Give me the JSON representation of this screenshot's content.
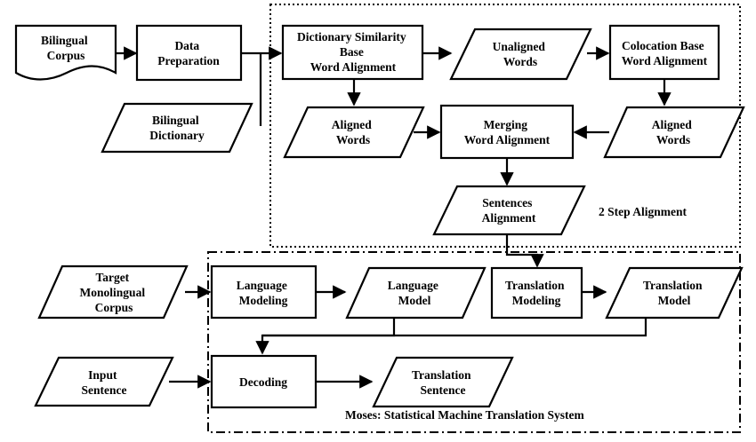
{
  "nodes": {
    "bilingual_corpus": [
      "Bilingual",
      "Corpus"
    ],
    "data_preparation": [
      "Data",
      "Preparation"
    ],
    "bilingual_dictionary": [
      "Bilingual",
      "Dictionary"
    ],
    "dict_sim_alignment": [
      "Dictionary Similarity",
      "Base",
      "Word Alignment"
    ],
    "unaligned_words": [
      "Unaligned",
      "Words"
    ],
    "colocation_alignment": [
      "Colocation Base",
      "Word Alignment"
    ],
    "aligned_words_left": [
      "Aligned",
      "Words"
    ],
    "merging_alignment": [
      "Merging",
      "Word Alignment"
    ],
    "aligned_words_right": [
      "Aligned",
      "Words"
    ],
    "sentences_alignment": [
      "Sentences",
      "Alignment"
    ],
    "target_mono_corpus": [
      "Target",
      "Monolingual",
      "Corpus"
    ],
    "language_modeling": [
      "Language",
      "Modeling"
    ],
    "language_model": [
      "Language",
      "Model"
    ],
    "translation_modeling": [
      "Translation",
      "Modeling"
    ],
    "translation_model": [
      "Translation",
      "Model"
    ],
    "input_sentence": [
      "Input",
      "Sentence"
    ],
    "decoding": [
      "Decoding"
    ],
    "translation_sentence": [
      "Translation",
      "Sentence"
    ]
  },
  "groups": {
    "two_step": "2 Step Alignment",
    "moses": "Moses: Statistical Machine Translation System"
  }
}
